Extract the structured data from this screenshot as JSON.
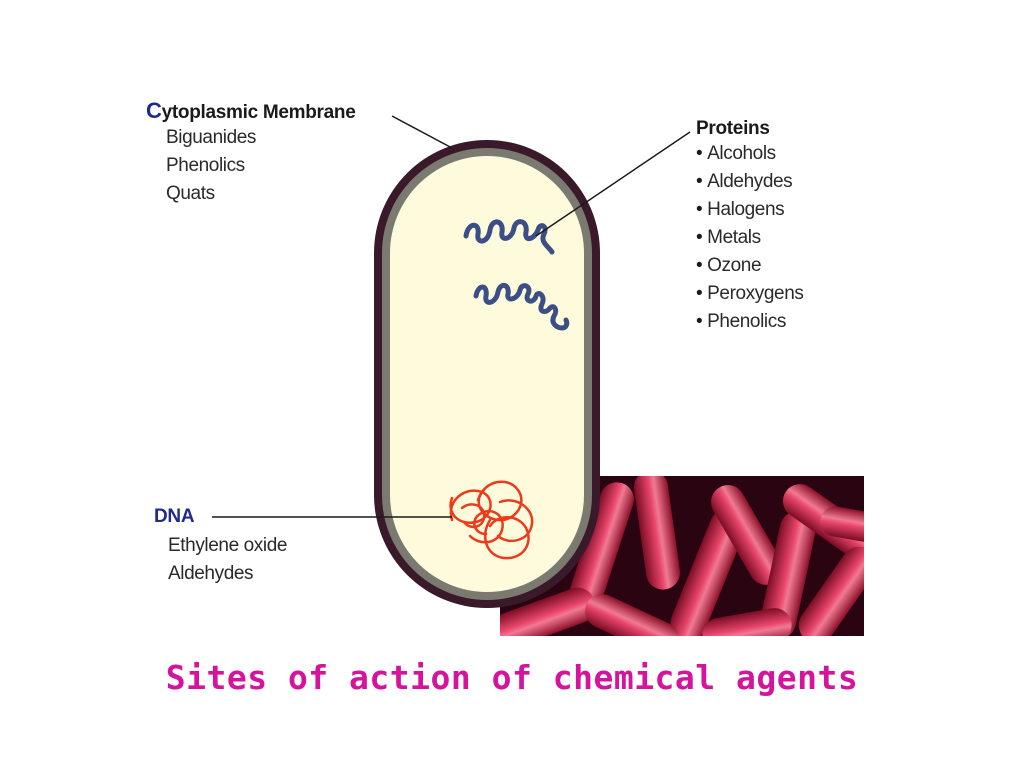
{
  "membrane": {
    "title_initial": "C",
    "title_rest": "ytoplasmic Membrane",
    "agents": [
      "Biguanides",
      "Phenolics",
      "Quats"
    ]
  },
  "proteins": {
    "title": "Proteins",
    "agents": [
      "Alcohols",
      "Aldehydes",
      "Halogens",
      "Metals",
      "Ozone",
      "Peroxygens",
      "Phenolics"
    ]
  },
  "dna": {
    "title": "DNA",
    "agents": [
      "Ethylene oxide",
      "Aldehydes"
    ]
  },
  "caption": "Sites of action of chemical agents",
  "colors": {
    "cell_fill": "#fdfbdc",
    "cell_wall_outer": "#3a1a2a",
    "cell_wall_inner": "#7a7a70",
    "protein_strand": "#3b4f86",
    "dna_strand": "#ee3a1a",
    "micrograph_bg": "#2a0410",
    "bacteria": "#c81a3c",
    "caption": "#d4149a"
  }
}
